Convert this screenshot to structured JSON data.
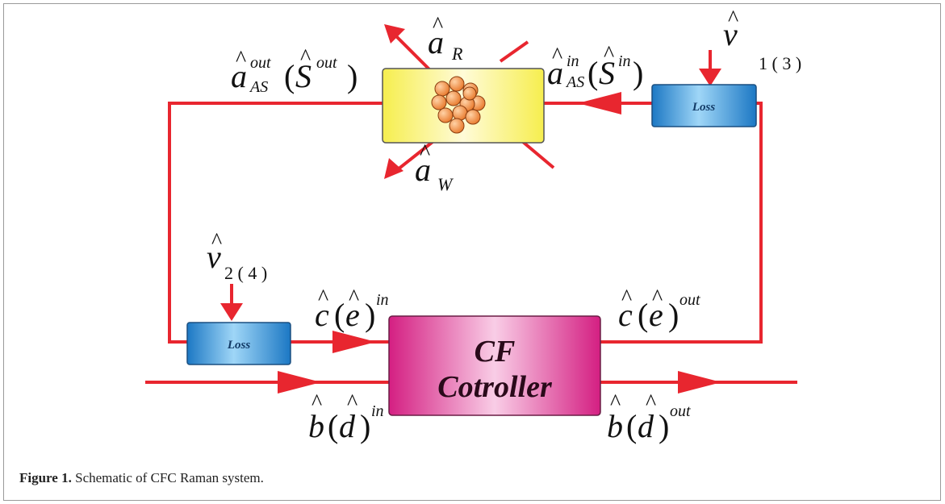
{
  "figure": {
    "caption_label": "Figure 1.",
    "caption_text": "Schematic of CFC Raman system."
  },
  "boxes": {
    "loss_top": "Loss",
    "loss_bottom": "Loss",
    "controller_line1": "CF",
    "controller_line2": "Cotroller"
  },
  "symbols": {
    "a_R": {
      "base": "a",
      "sub": "R"
    },
    "a_W": {
      "base": "a",
      "sub": "W"
    },
    "a_AS_out": {
      "base": "a",
      "sup": "out",
      "sub": "AS",
      "paren_base": "S",
      "paren_sup": "out"
    },
    "a_AS_in": {
      "base": "a",
      "sup": "in",
      "sub": "AS",
      "paren_base": "S",
      "paren_sup": "in"
    },
    "v_13": {
      "base": "v",
      "sub": "1 ( 3 )"
    },
    "v_24": {
      "base": "v",
      "sub": "2 ( 4 )"
    },
    "c_e_in": {
      "base1": "c",
      "base2": "e",
      "sup": "in"
    },
    "c_e_out": {
      "base1": "c",
      "base2": "e",
      "sup": "out"
    },
    "b_d_in": {
      "base1": "b",
      "base2": "d",
      "sup": "in"
    },
    "b_d_out": {
      "base1": "b",
      "base2": "d",
      "sup": "out"
    }
  },
  "colors": {
    "beam": "#e8262f",
    "loss_box": "#2a8fd0",
    "controller_box": "#e0479a",
    "atom_cell": "#f4ec6a",
    "atom": "#f29a55"
  }
}
